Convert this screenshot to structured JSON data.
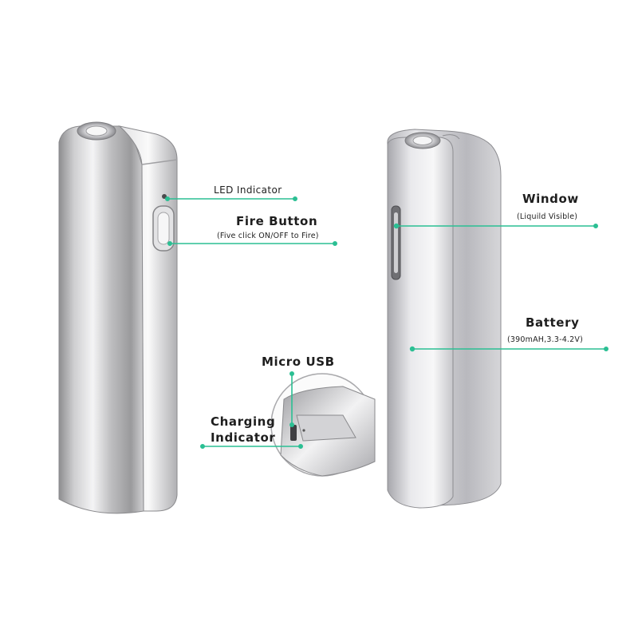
{
  "callouts": {
    "led_indicator": "LED Indicator",
    "fire_button": "Fire Button",
    "fire_button_note": "(Five click ON/OFF to Fire)",
    "micro_usb": "Micro USB",
    "charging_indicator_line1": "Charging",
    "charging_indicator_line2": "Indicator",
    "window": "Window",
    "window_note": "(Liquild Visible)",
    "battery": "Battery",
    "battery_note": "(390mAH,3.3-4.2V)"
  },
  "colors": {
    "callout_line": "#2bbf93",
    "body_metal": "#c9c9cb",
    "background": "#ffffff"
  }
}
